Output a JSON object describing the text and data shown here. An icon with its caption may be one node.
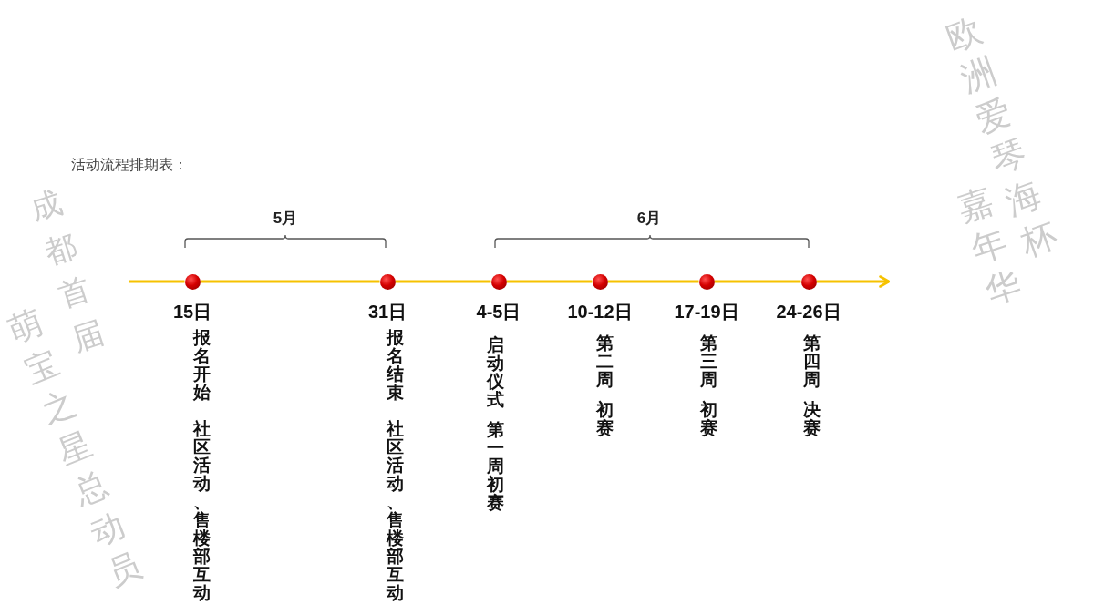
{
  "diagram": {
    "title": "活动流程排期表：",
    "nodes": [
      {
        "text": [],
        "shape": "circle",
        "beside": [
          "15日",
          "报名开始",
          "社区活动、售楼部互动"
        ]
      },
      {
        "text": [],
        "shape": "circle",
        "beside": [
          "31日",
          "报名结束",
          "社区活动、售楼部互动"
        ]
      },
      {
        "text": [],
        "shape": "circle",
        "beside": [
          "4-5日",
          "启动仪式",
          "第一周初赛"
        ]
      },
      {
        "text": [],
        "shape": "circle",
        "beside": [
          "10-12日",
          "第二周",
          "初赛"
        ]
      },
      {
        "text": [],
        "shape": "circle",
        "beside": [
          "17-19日",
          "第三周",
          "初赛"
        ]
      },
      {
        "text": [],
        "shape": "circle",
        "beside": [
          "24-26日",
          "第四周",
          "决赛"
        ]
      }
    ],
    "edges": [
      {
        "from": null,
        "to": 0,
        "arrow": "none"
      },
      {
        "from": 0,
        "to": 1,
        "arrow": "none"
      },
      {
        "from": 1,
        "to": 2,
        "arrow": "none"
      },
      {
        "from": 2,
        "to": 3,
        "arrow": "none"
      },
      {
        "from": 3,
        "to": 4,
        "arrow": "none"
      },
      {
        "from": 4,
        "to": 5,
        "arrow": "none"
      },
      {
        "from": 5,
        "to": null,
        "arrow": "to"
      }
    ],
    "labels": [
      "5月",
      "6月",
      "成都首届",
      "萌宝之星总动员",
      "欧洲爱琴海杯",
      "嘉年华"
    ]
  }
}
